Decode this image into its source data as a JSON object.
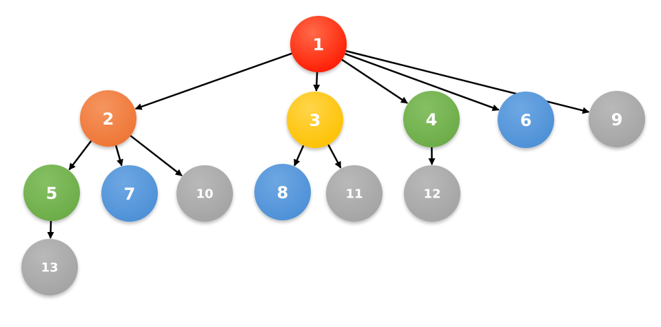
{
  "colors": {
    "red": "#ff1a00",
    "orange": "#ee7434",
    "yellow": "#fec100",
    "green": "#6aab47",
    "blue": "#4c8fd6",
    "gray": "#a3a3a3",
    "edge": "#000000",
    "label": "#ffffff"
  },
  "nodes": [
    {
      "id": "1",
      "label": "1",
      "color": "red"
    },
    {
      "id": "2",
      "label": "2",
      "color": "orange"
    },
    {
      "id": "3",
      "label": "3",
      "color": "yellow"
    },
    {
      "id": "4",
      "label": "4",
      "color": "green"
    },
    {
      "id": "6",
      "label": "6",
      "color": "blue"
    },
    {
      "id": "9",
      "label": "9",
      "color": "gray"
    },
    {
      "id": "5",
      "label": "5",
      "color": "green"
    },
    {
      "id": "7",
      "label": "7",
      "color": "blue"
    },
    {
      "id": "10",
      "label": "10",
      "color": "gray"
    },
    {
      "id": "8",
      "label": "8",
      "color": "blue"
    },
    {
      "id": "11",
      "label": "11",
      "color": "gray"
    },
    {
      "id": "12",
      "label": "12",
      "color": "gray"
    },
    {
      "id": "13",
      "label": "13",
      "color": "gray"
    }
  ],
  "edges": [
    {
      "from": "1",
      "to": "2"
    },
    {
      "from": "1",
      "to": "3"
    },
    {
      "from": "1",
      "to": "4"
    },
    {
      "from": "1",
      "to": "6"
    },
    {
      "from": "1",
      "to": "9"
    },
    {
      "from": "2",
      "to": "5"
    },
    {
      "from": "2",
      "to": "7"
    },
    {
      "from": "2",
      "to": "10"
    },
    {
      "from": "3",
      "to": "8"
    },
    {
      "from": "3",
      "to": "11"
    },
    {
      "from": "4",
      "to": "12"
    },
    {
      "from": "5",
      "to": "13"
    }
  ]
}
